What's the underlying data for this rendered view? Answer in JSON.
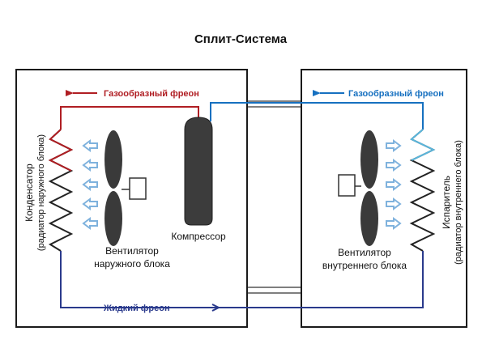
{
  "title": "Сплит-Система",
  "outdoor": {
    "gas_label": "Газообразный фреон",
    "liquid_label": "Жидкий фреон",
    "condenser_line1": "Конденсатор",
    "condenser_line2": "(радиатор наружного блока)",
    "fan_line1": "Вентилятор",
    "fan_line2": "наружного блока",
    "compressor_label": "Компрессор"
  },
  "indoor": {
    "gas_label": "Газообразный фреон",
    "evaporator_line1": "Испаритель",
    "evaporator_line2": "(радиатор внутреннего блока)",
    "fan_line1": "Вентилятор",
    "fan_line2": "внутреннего блока"
  },
  "colors": {
    "hot_line": "#b01e23",
    "cold_line": "#1670c0",
    "liquid_line": "#2a3a8c",
    "box_border": "#1a1a1a",
    "compressor": "#3c3c3c",
    "fan": "#3a3a3a",
    "airflow_arrow": "#7fb2dd",
    "evaporator_coil": "#5ab6dc"
  }
}
